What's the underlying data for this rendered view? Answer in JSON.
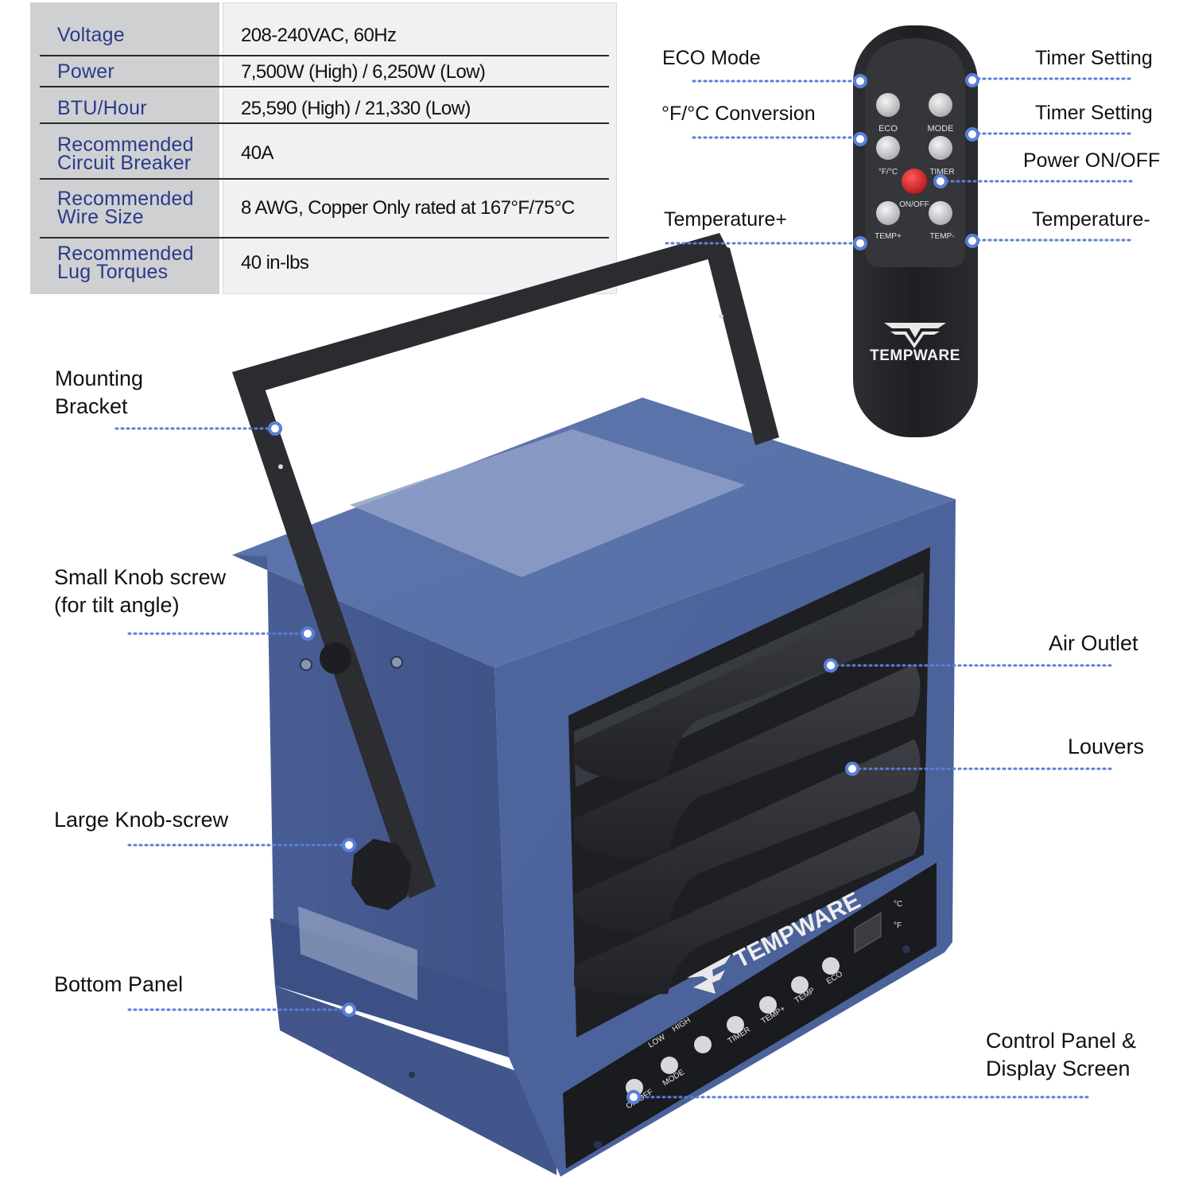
{
  "specs": {
    "rows": [
      {
        "label": "Voltage",
        "value": "208-240VAC, 60Hz"
      },
      {
        "label": "Power",
        "value": "7,500W (High) / 6,250W (Low)"
      },
      {
        "label": "BTU/Hour",
        "value": "25,590 (High) / 21,330 (Low)"
      },
      {
        "label_line1": "Recommended",
        "label_line2": "Circuit Breaker",
        "value": "40A"
      },
      {
        "label_line1": "Recommended",
        "label_line2": "Wire Size",
        "value": "8 AWG, Copper Only rated at 167°F/75°C"
      },
      {
        "label_line1": "Recommended",
        "label_line2": "Lug Torques",
        "value": "40 in-lbs"
      }
    ]
  },
  "remote": {
    "callouts": {
      "eco_mode": "ECO Mode",
      "f_c_conversion": "°F/°C Conversion",
      "temperature_plus": "Temperature+",
      "timer_setting_1": "Timer Setting",
      "timer_setting_2": "Timer Setting",
      "power_on_off": "Power ON/OFF",
      "temperature_minus": "Temperature-"
    },
    "button_labels": {
      "eco": "ECO",
      "mode": "MODE",
      "f_c": "°F/°C",
      "timer": "TIMER",
      "on_off": "ON/OFF",
      "temp_plus": "TEMP+",
      "temp_minus": "TEMP-"
    },
    "brand": "TEMPWARE"
  },
  "heater": {
    "callouts": {
      "mounting_bracket_1": "Mounting",
      "mounting_bracket_2": "Bracket",
      "small_knob_1": "Small Knob screw",
      "small_knob_2": "(for tilt angle)",
      "large_knob": "Large Knob-screw",
      "bottom_panel": "Bottom Panel",
      "air_outlet": "Air Outlet",
      "louvers": "Louvers",
      "control_panel_1": "Control Panel &",
      "control_panel_2": "Display Screen"
    },
    "brand": "TEMPWARE",
    "panel_labels": {
      "low": "LOW",
      "high": "HIGH",
      "on_off": "ON/OFF",
      "mode": "MODE",
      "timer": "TIMER",
      "temp_plus": "TEMP+",
      "temp_minus": "TEMP",
      "eco": "ECO",
      "celsius": "°C",
      "fahrenheit": "°F"
    }
  },
  "colors": {
    "label_blue": "#2b3a8a",
    "dot_blue": "#5b7fd6",
    "heater_blue": "#4a6098",
    "remote_body": "#1d1f22",
    "power_button": "#d8232a"
  }
}
